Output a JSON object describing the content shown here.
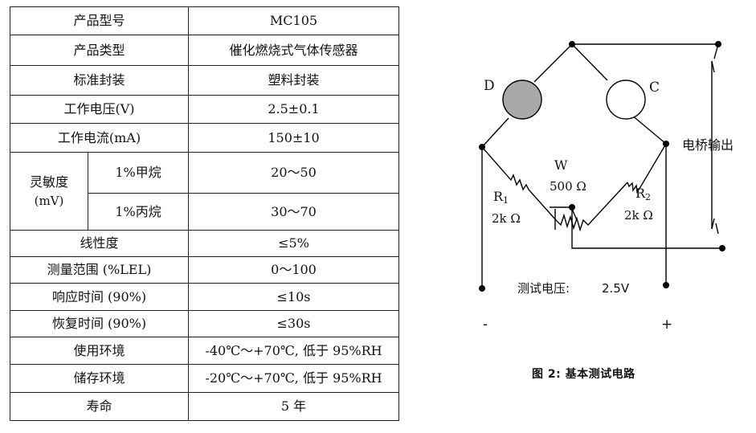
{
  "table": {
    "model": {
      "label": "产品型号",
      "value": "MC105"
    },
    "type": {
      "label": "产品类型",
      "value": "催化燃烧式气体传感器"
    },
    "package": {
      "label": "标准封装",
      "value": "塑料封装"
    },
    "voltage": {
      "label": "工作电压(V)",
      "value": "2.5±0.1"
    },
    "current": {
      "label": "工作电流(mA)",
      "value": "150±10"
    },
    "sensitivity": {
      "label": "灵敏度",
      "unit": "(mV)",
      "methane": {
        "label": "1%甲烷",
        "value": "20～50"
      },
      "propane": {
        "label": "1%丙烷",
        "value": "30～70"
      }
    },
    "linearity": {
      "label": "线性度",
      "value": "≤5%"
    },
    "range": {
      "label": "测量范围 (%LEL)",
      "value": "0～100"
    },
    "response": {
      "label": "响应时间 (90%)",
      "value": "≤10s"
    },
    "recovery": {
      "label": "恢复时间 (90%)",
      "value": "≤30s"
    },
    "operating_env": {
      "label": "使用环境",
      "value": "-40℃～+70℃, 低于 95%RH"
    },
    "storage_env": {
      "label": "储存环境",
      "value": "-20℃～+70℃, 低于 95%RH"
    },
    "lifetime": {
      "label": "寿命",
      "value": "5 年"
    }
  },
  "circuit": {
    "element_d": "D",
    "element_c": "C",
    "pot_label": "W",
    "pot_value": "500 Ω",
    "r1_label": "R",
    "r1_sub": "1",
    "r1_value": "2k Ω",
    "r2_label": "R",
    "r2_sub": "2",
    "r2_value": "2k Ω",
    "output_label": "电桥输出",
    "test_voltage_label": "测试电压:",
    "test_voltage_value": "2.5V",
    "minus": "-",
    "plus": "+",
    "colors": {
      "element_d_fill": "#a9a9a9",
      "element_c_fill": "#ffffff"
    }
  },
  "caption": "图 2:  基本测试电路"
}
